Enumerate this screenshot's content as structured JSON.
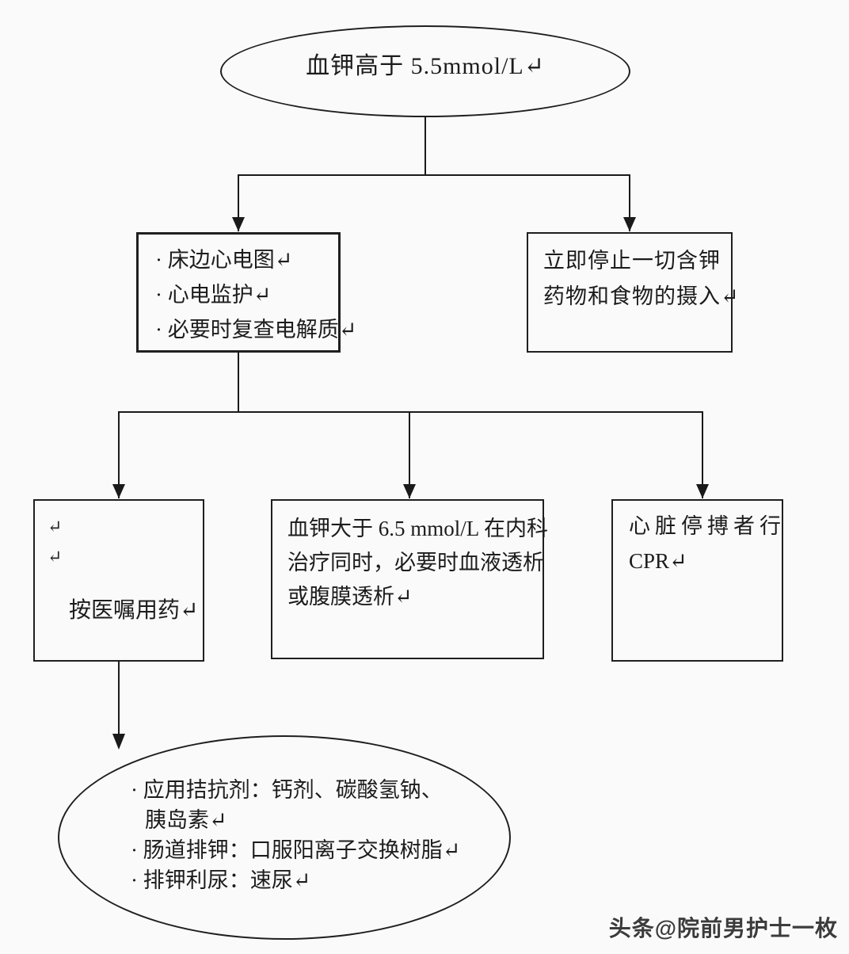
{
  "page": {
    "background": "#fafafa",
    "line_color": "#1a1a1a",
    "text_color": "#1c1c1c"
  },
  "nodes": {
    "start": {
      "text": "血钾高于 5.5mmol/L↵"
    },
    "monitor": {
      "lines": [
        "· 床边心电图↵",
        "· 心电监护↵",
        "· 必要时复查电解质↵"
      ]
    },
    "stop_intake": {
      "lines": [
        "立即停止一切含钾",
        "药物和食物的摄入↵"
      ]
    },
    "medication": {
      "marks": [
        "↵",
        "↵"
      ],
      "text": "按医嘱用药↵"
    },
    "dialysis": {
      "lines": [
        "血钾大于 6.5 mmol/L 在内科",
        "治疗同时，必要时血液透析",
        "或腹膜透析↵"
      ]
    },
    "cpr": {
      "lines": [
        "心脏停搏者行",
        "CPR↵"
      ]
    },
    "treatment": {
      "lines": [
        "· 应用拮抗剂：钙剂、碳酸氢钠、",
        "胰岛素↵",
        "· 肠道排钾：口服阳离子交换树脂↵",
        "· 排钾利尿：速尿↵"
      ]
    }
  },
  "watermark": {
    "text": "头条@院前男护士一枚"
  }
}
